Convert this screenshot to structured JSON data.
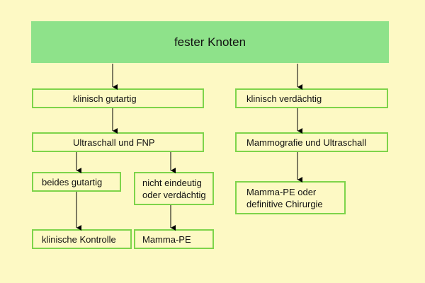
{
  "header": {
    "title": "fester Knoten"
  },
  "nodes": {
    "klinisch_gutartig": "klinisch gutartig",
    "klinisch_verdaechtig": "klinisch verdächtig",
    "ultraschall_fnp": "Ultraschall und FNP",
    "mammografie_ultraschall": "Mammografie und Ultraschall",
    "beides_gutartig": "beides gutartig",
    "nicht_eindeutig": "nicht eindeutig\noder verdächtig",
    "mamma_pe_chirurgie": "Mamma-PE oder\ndefinitive Chirurgie",
    "klinische_kontrolle": "klinische Kontrolle",
    "mamma_pe": "Mamma-PE"
  }
}
